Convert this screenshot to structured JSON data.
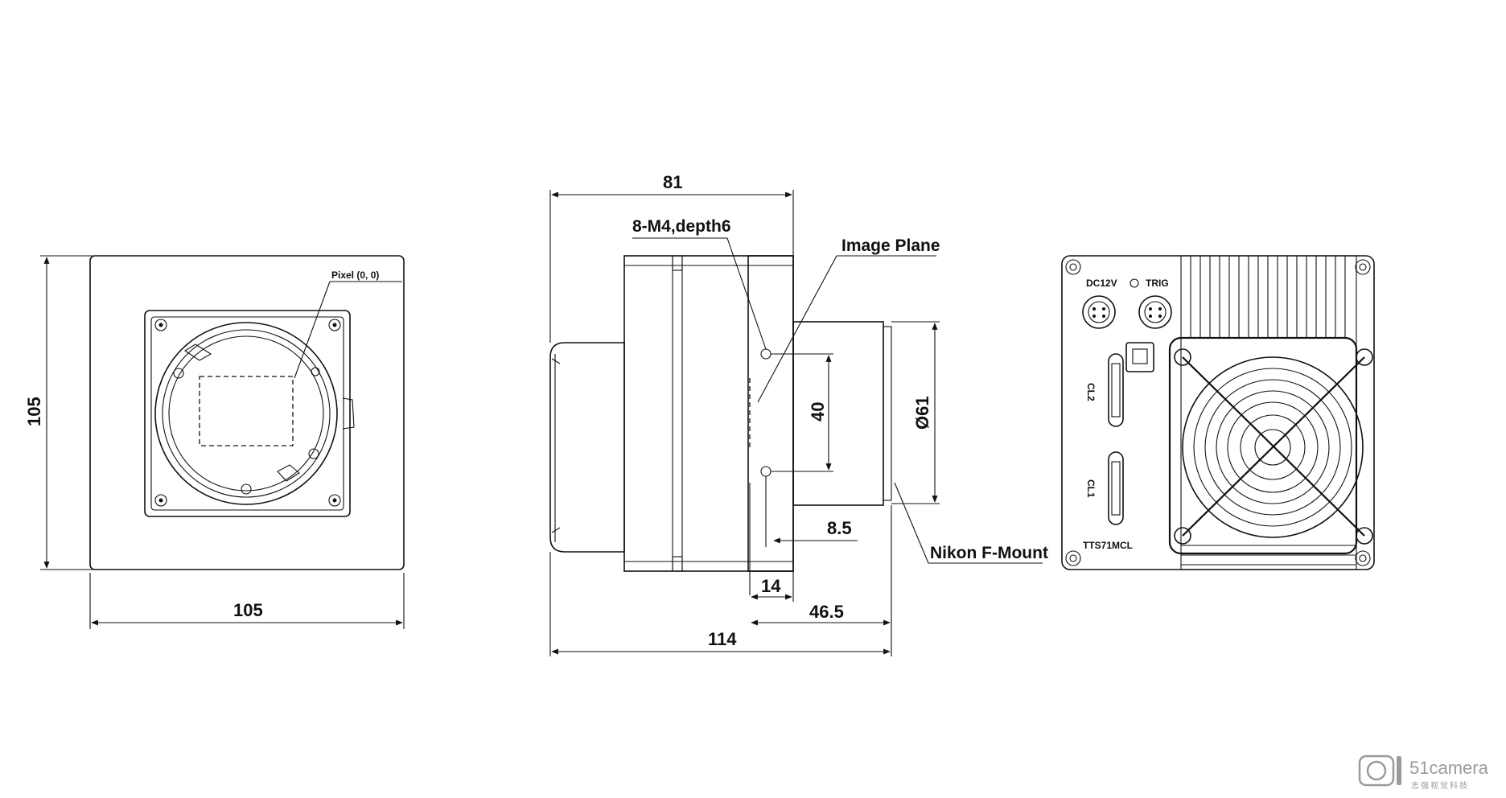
{
  "front_view": {
    "pixel_label": "Pixel (0, 0)",
    "width_dim": "105",
    "height_dim": "105"
  },
  "side_view": {
    "overall_mount_dim": "81",
    "thread_label": "8-M4,depth6",
    "image_plane_label": "Image Plane",
    "hole_spacing_dim": "40",
    "diameter_dim": "Ø61",
    "offset_dim": "8.5",
    "flange_dim": "14",
    "flange_back_dim": "46.5",
    "overall_length_dim": "114",
    "mount_label": "Nikon F-Mount"
  },
  "rear_view": {
    "power_label": "DC12V",
    "trigger_label": "TRIG",
    "cl2_label": "CL2",
    "cl1_label": "CL1",
    "model_label": "TTS71MCL"
  },
  "watermark": {
    "brand": "51camera",
    "subtitle": "志强视觉科技"
  }
}
